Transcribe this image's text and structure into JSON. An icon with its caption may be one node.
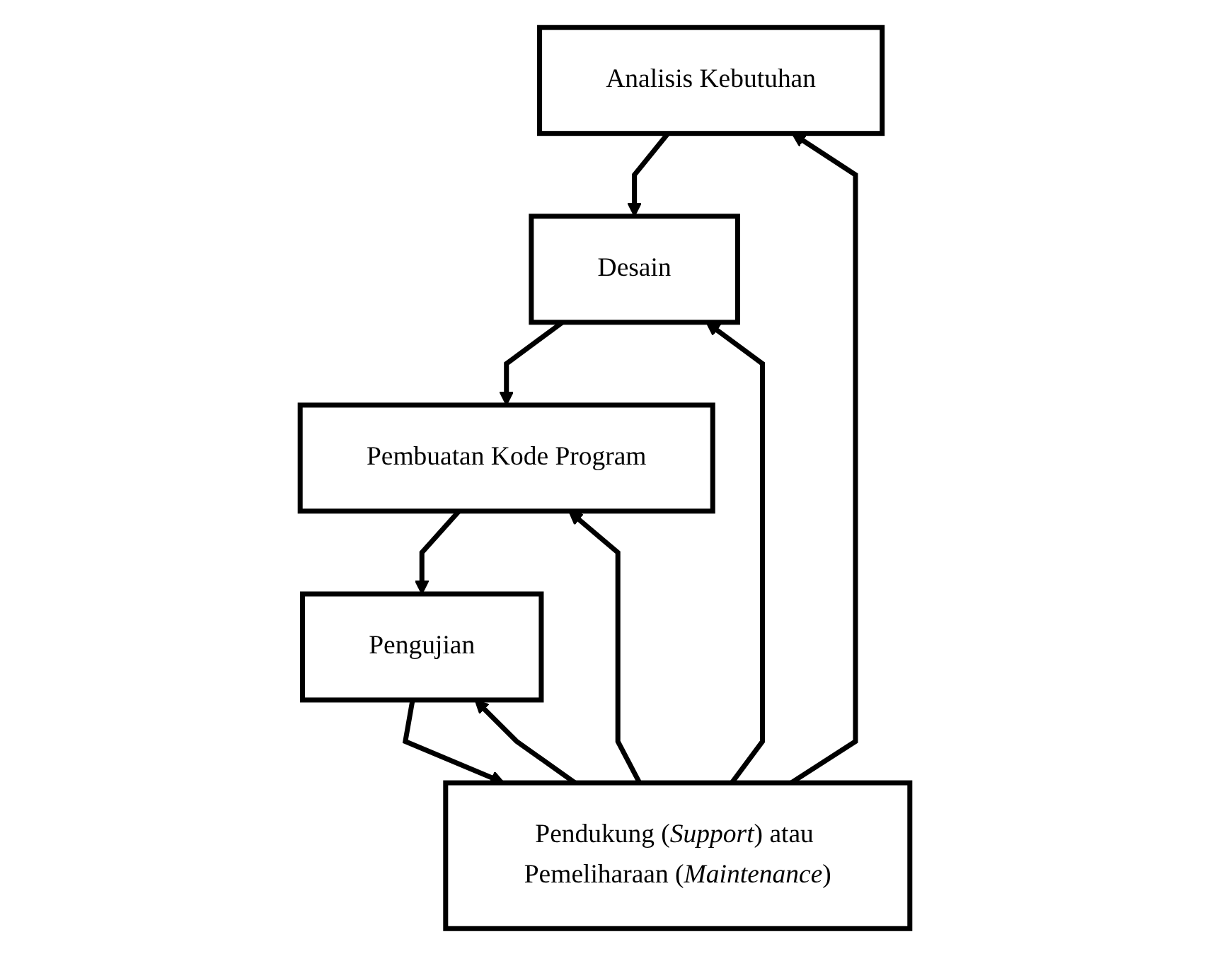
{
  "diagram": {
    "nodes": [
      {
        "text": [
          "Analisis Kebutuhan"
        ]
      },
      {
        "text": [
          "Desain"
        ]
      },
      {
        "text": [
          "Pembuatan Kode Program"
        ]
      },
      {
        "text": [
          "Pengujian"
        ]
      },
      {
        "text": [
          "Pendukung (*Support*) atau Pemeliharaan (*Maintenance*)"
        ]
      }
    ],
    "edges": [
      {
        "from": 0,
        "to": 1,
        "arrow": "to"
      },
      {
        "from": 1,
        "to": 2,
        "arrow": "to"
      },
      {
        "from": 2,
        "to": 3,
        "arrow": "to"
      },
      {
        "from": 3,
        "to": 4,
        "arrow": "to"
      },
      {
        "from": 4,
        "to": 0,
        "arrow": "to"
      },
      {
        "from": 4,
        "to": 1,
        "arrow": "to"
      },
      {
        "from": 4,
        "to": 2,
        "arrow": "to"
      },
      {
        "from": 4,
        "to": 3,
        "arrow": "to"
      }
    ]
  }
}
